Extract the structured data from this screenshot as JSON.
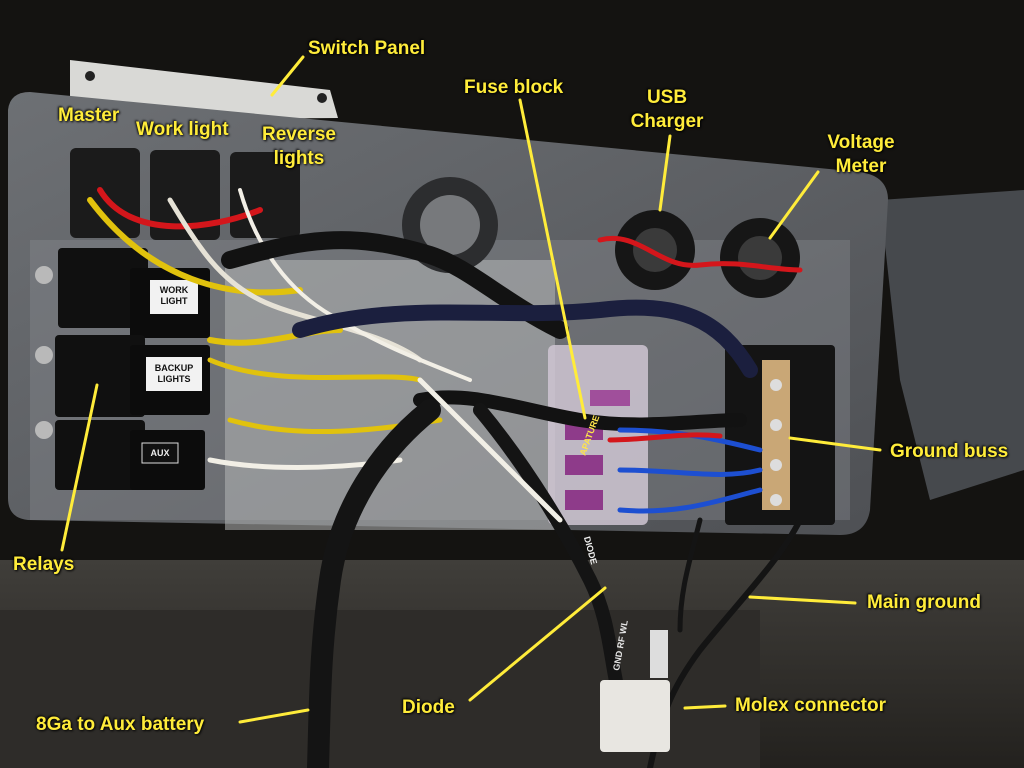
{
  "callouts": {
    "switch_panel": "Switch Panel",
    "master": "Master",
    "work_light": "Work light",
    "reverse_lights": "Reverse\nlights",
    "fuse_block": "Fuse block",
    "usb_charger": "USB\nCharger",
    "voltage_meter": "Voltage\nMeter",
    "ground_buss": "Ground buss",
    "relays": "Relays",
    "main_ground": "Main ground",
    "molex_connector": "Molex connector",
    "diode": "Diode",
    "aux_battery": "8Ga to Aux battery"
  },
  "relay_labels": {
    "work": "WORK\nLIGHT",
    "backup": "BACKUP\nLIGHTS",
    "aux": "AUX"
  },
  "fuse_brand": "APATURE",
  "diode_tag": "DIODE",
  "molex_tags": "GND RF WL",
  "colors": {
    "callout": "#ffec3a",
    "panel": "#5f6266",
    "background": "#141311"
  }
}
